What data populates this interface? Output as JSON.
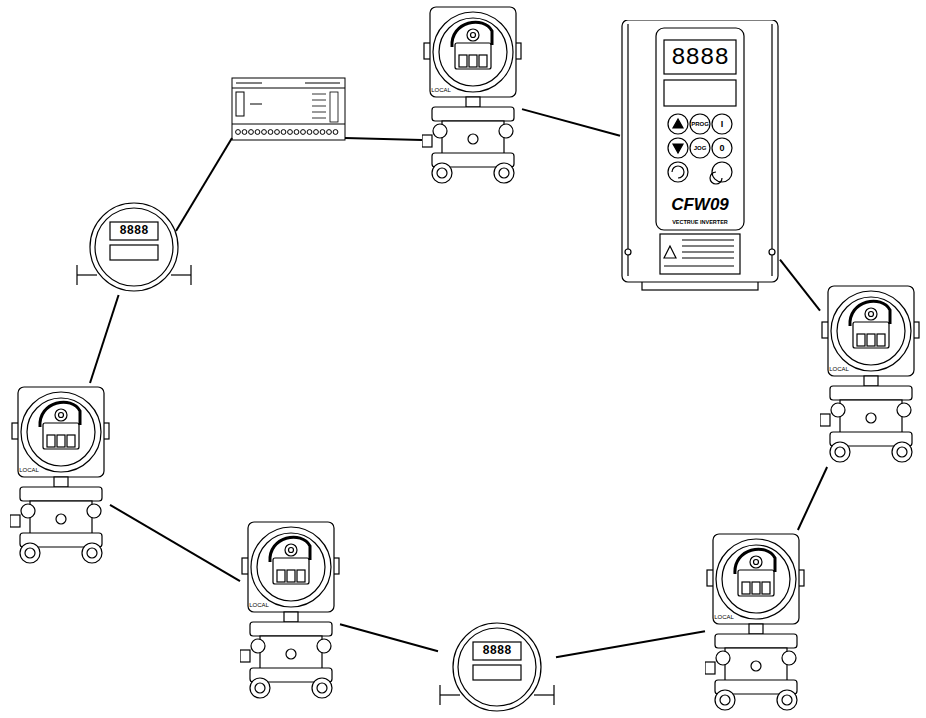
{
  "diagram": {
    "nodes": [
      {
        "text": [
          "LOCAL"
        ]
      },
      {
        "text": [
          "8888",
          "PROG",
          "I",
          "JOG",
          "0",
          "CFW09",
          "VECTRUE INVERTER"
        ]
      },
      {
        "text": [
          "8888"
        ]
      },
      {
        "text": [
          "LOCAL"
        ]
      },
      {
        "text": [
          "LOCAL"
        ]
      },
      {
        "text": [
          "LOCAL"
        ]
      },
      {
        "text": [
          "LOCAL"
        ]
      },
      {
        "text": [
          "8888"
        ]
      }
    ],
    "edges": [
      {
        "from": 0,
        "to": 1,
        "arrow": "none"
      },
      {
        "from": 1,
        "to": 3,
        "arrow": "none"
      },
      {
        "from": 3,
        "to": 6,
        "arrow": "none"
      },
      {
        "from": 6,
        "to": 7,
        "arrow": "none"
      },
      {
        "from": 7,
        "to": 5,
        "arrow": "none"
      },
      {
        "from": 5,
        "to": 4,
        "arrow": "none"
      },
      {
        "from": 4,
        "to": 2,
        "arrow": "none"
      }
    ]
  }
}
